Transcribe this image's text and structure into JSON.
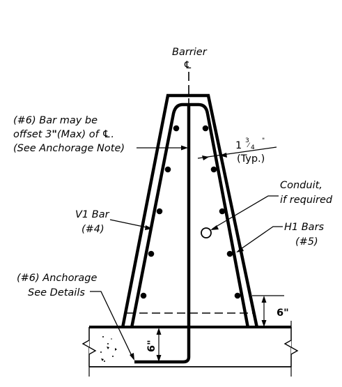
{
  "labels": {
    "barrier": "Barrier",
    "centerline_symbol": "℄",
    "offset_note_1": "(#6) Bar may be",
    "offset_note_2_pre": "offset 3",
    "offset_note_2_inch": "\"",
    "offset_note_2_post": "(Max) of ℄.",
    "offset_note_3": "(See Anchorage Note)",
    "cover_whole": "1",
    "cover_num": "3",
    "cover_den": "4",
    "cover_inch": "\"",
    "cover_typ": "(Typ.)",
    "conduit_1": "Conduit,",
    "conduit_2": "if required",
    "v1_1": "V1 Bar",
    "v1_2": "(#4)",
    "h1_1": "H1 Bars",
    "h1_2": "(#5)",
    "anchorage_1": "(#6) Anchorage",
    "anchorage_2": "See Details",
    "dim_6_right": "6\"",
    "dim_6_slab": "6\""
  },
  "colors": {
    "line": "#000000",
    "background": "#ffffff"
  }
}
